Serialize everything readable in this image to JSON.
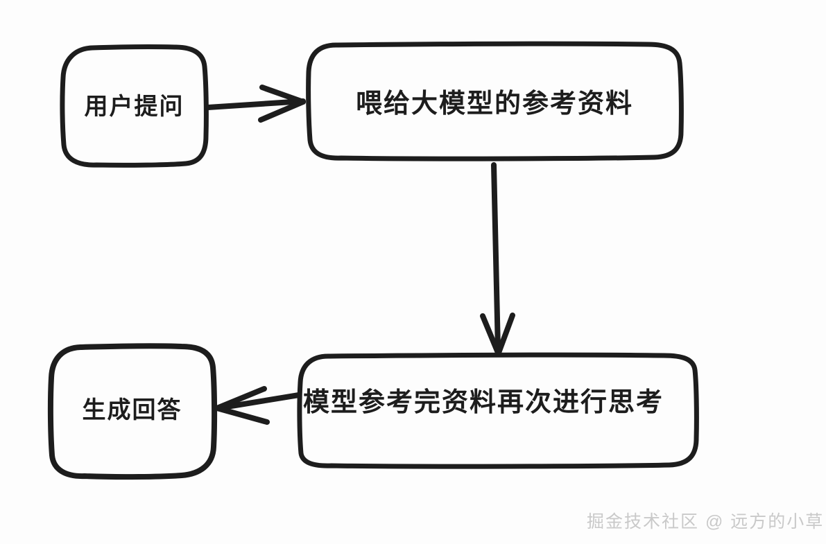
{
  "diagram": {
    "title": "RAG flow diagram",
    "background_color": "#fdfdfd",
    "stroke_color": "#1d1d1d",
    "text_color": "#1d1d1d",
    "nodes": [
      {
        "id": "user-question",
        "label": "用户提问",
        "shape": "rounded-rectangle",
        "position": "top-left"
      },
      {
        "id": "reference-material",
        "label": "喂给大模型的参考资料",
        "shape": "rounded-rectangle",
        "position": "top-right"
      },
      {
        "id": "generate-answer",
        "label": "生成回答",
        "shape": "rounded-rectangle",
        "position": "bottom-left"
      },
      {
        "id": "model-rethink",
        "label": "模型参考完资料再次进行思考",
        "shape": "rounded-rectangle",
        "position": "bottom-right"
      }
    ],
    "edges": [
      {
        "id": "edge-question-to-reference",
        "from": "user-question",
        "to": "reference-material",
        "direction": "right",
        "label": ""
      },
      {
        "id": "edge-reference-to-rethink",
        "from": "reference-material",
        "to": "model-rethink",
        "direction": "down",
        "label": ""
      },
      {
        "id": "edge-rethink-to-answer",
        "from": "model-rethink",
        "to": "generate-answer",
        "direction": "left",
        "label": ""
      }
    ],
    "watermark": "掘金技术社区 @ 远方的小草",
    "watermark_color": "#c9c9c9"
  }
}
